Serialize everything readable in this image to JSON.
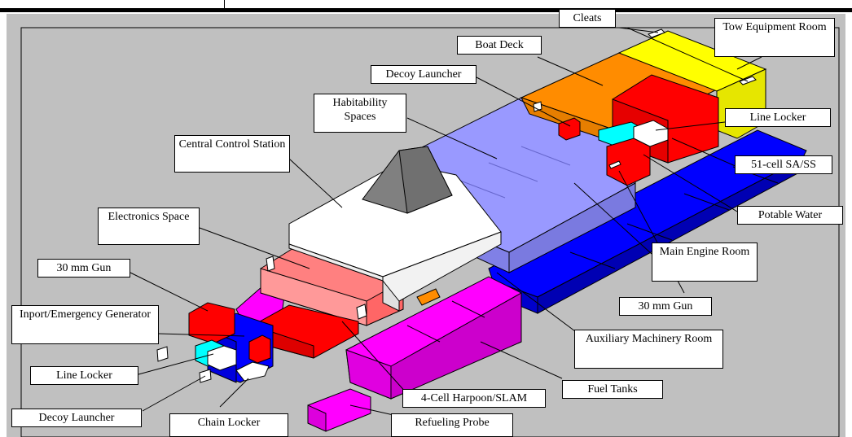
{
  "labels": {
    "cleats": "Cleats",
    "tow_equipment_room": "Tow Equipment Room",
    "boat_deck": "Boat Deck",
    "decoy_launcher_top": "Decoy Launcher",
    "line_locker_top": "Line Locker",
    "habitability_spaces": "Habitability Spaces",
    "central_control_station": "Central Control Station",
    "fifty_one_cell": "51-cell SA/SS",
    "potable_water": "Potable Water",
    "electronics_space": "Electronics Space",
    "main_engine_room": "Main Engine Room",
    "gun_30mm_left": "30 mm Gun",
    "gun_30mm_right": "30 mm Gun",
    "inport_generator": "Inport/Emergency Generator",
    "auxiliary_machinery_room": "Auxiliary Machinery Room",
    "line_locker_bottom": "Line Locker",
    "fuel_tanks": "Fuel Tanks",
    "harpoon_slam": "4-Cell Harpoon/SLAM",
    "decoy_launcher_bottom": "Decoy Launcher",
    "chain_locker": "Chain Locker",
    "refueling_probe": "Refueling Probe"
  },
  "colors": {
    "background": "#c0c0c0",
    "white_block": "#ffffff",
    "lavender": "#9999ff",
    "orange": "#ff8c00",
    "yellow": "#ffff00",
    "red": "#ff0000",
    "cyan": "#00ffff",
    "blue": "#0000ff",
    "magenta": "#ff00ff",
    "salmon": "#ff8080",
    "gray_pyramid": "#808080",
    "outline": "#000000"
  }
}
